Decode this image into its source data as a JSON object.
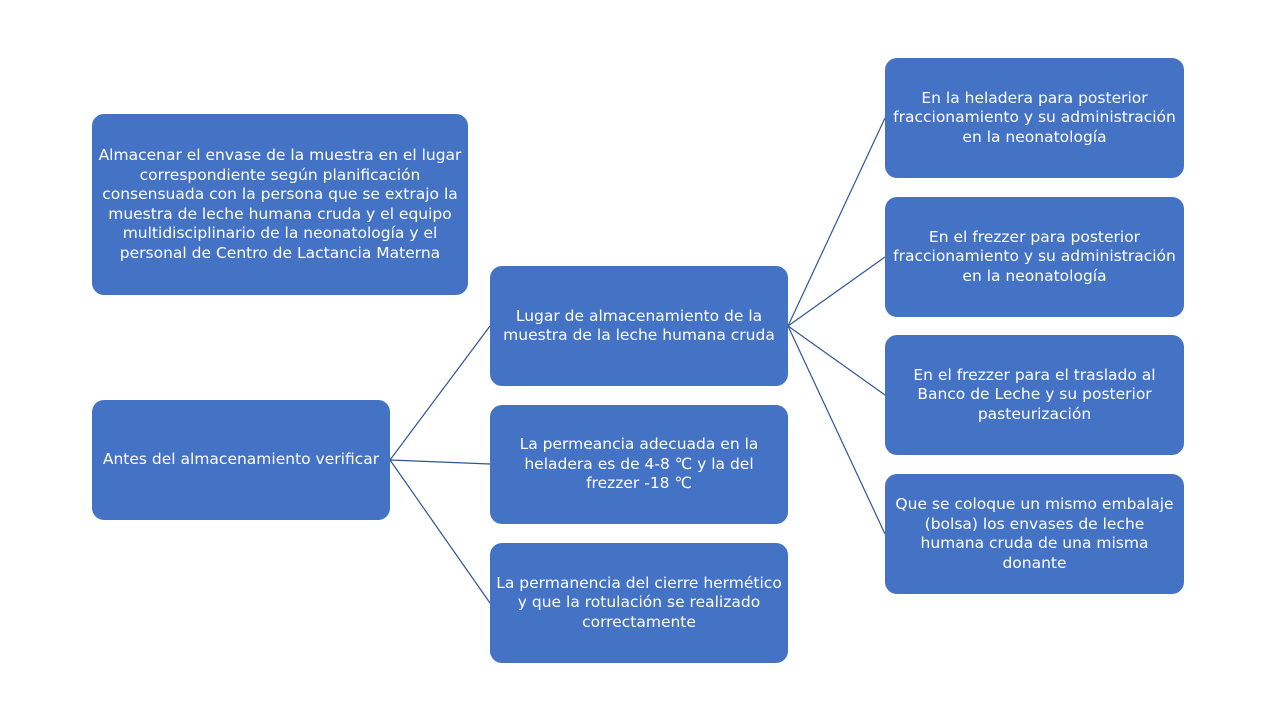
{
  "colors": {
    "node_fill": "#4472c4",
    "connector": "#2f5597",
    "text": "#ffffff"
  },
  "intro": {
    "text": "Almacenar el envase de la muestra en el lugar correspondiente según planificación consensuada con la persona que se extrajo la muestra de leche    humana cruda y el equipo multidisciplinario de la neonatología y el personal de Centro de Lactancia Materna"
  },
  "root": {
    "text": "Antes del almacenamiento verificar"
  },
  "middle": [
    {
      "text": "Lugar de almacenamiento de la muestra de la leche humana cruda"
    },
    {
      "text": "La permeancia adecuada en la heladera es de 4-8 ℃ y la del frezzer -18 ℃"
    },
    {
      "text": "La permanencia del cierre hermético y que la rotulación se realizado correctamente"
    }
  ],
  "leaves": [
    {
      "text": "En la heladera para posterior fraccionamiento y su administración en la neonatología"
    },
    {
      "text": "En el frezzer para posterior fraccionamiento y su administración en la neonatología"
    },
    {
      "text": "En el frezzer para el traslado al Banco de Leche y su posterior pasteurización"
    },
    {
      "text": "Que se coloque un mismo embalaje (bolsa) los envases de leche humana cruda de una misma donante"
    }
  ]
}
